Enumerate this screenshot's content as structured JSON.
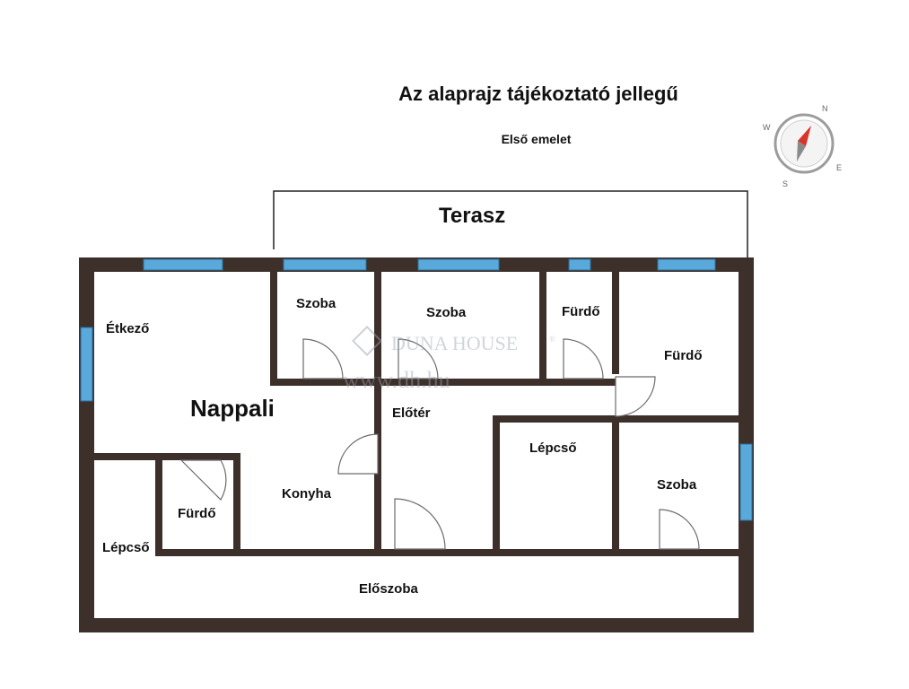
{
  "header": {
    "title": "Az alaprajz tájékoztató jellegű",
    "subtitle": "Első emelet"
  },
  "compass": {
    "icon": "compass-icon",
    "n": "N",
    "e": "E",
    "s": "S",
    "w": "W"
  },
  "watermark": {
    "brand": "DUNA HOUSE",
    "registered": "®",
    "site": "www.dh.hu"
  },
  "rooms": {
    "terasz": "Terasz",
    "etkezo": "Étkező",
    "nappali": "Nappali",
    "szoba1": "Szoba",
    "szoba2": "Szoba",
    "furdo_top": "Fürdő",
    "furdo_right": "Fürdő",
    "eloter": "Előtér",
    "lepcso_center": "Lépcső",
    "szoba_right": "Szoba",
    "furdo_small": "Fürdő",
    "konyha": "Konyha",
    "lepcso_left": "Lépcső",
    "eloszoba": "Előszoba"
  },
  "colors": {
    "wall": "#3d2f2a",
    "window": "#5aa9db",
    "door": "#bbbbbb"
  }
}
